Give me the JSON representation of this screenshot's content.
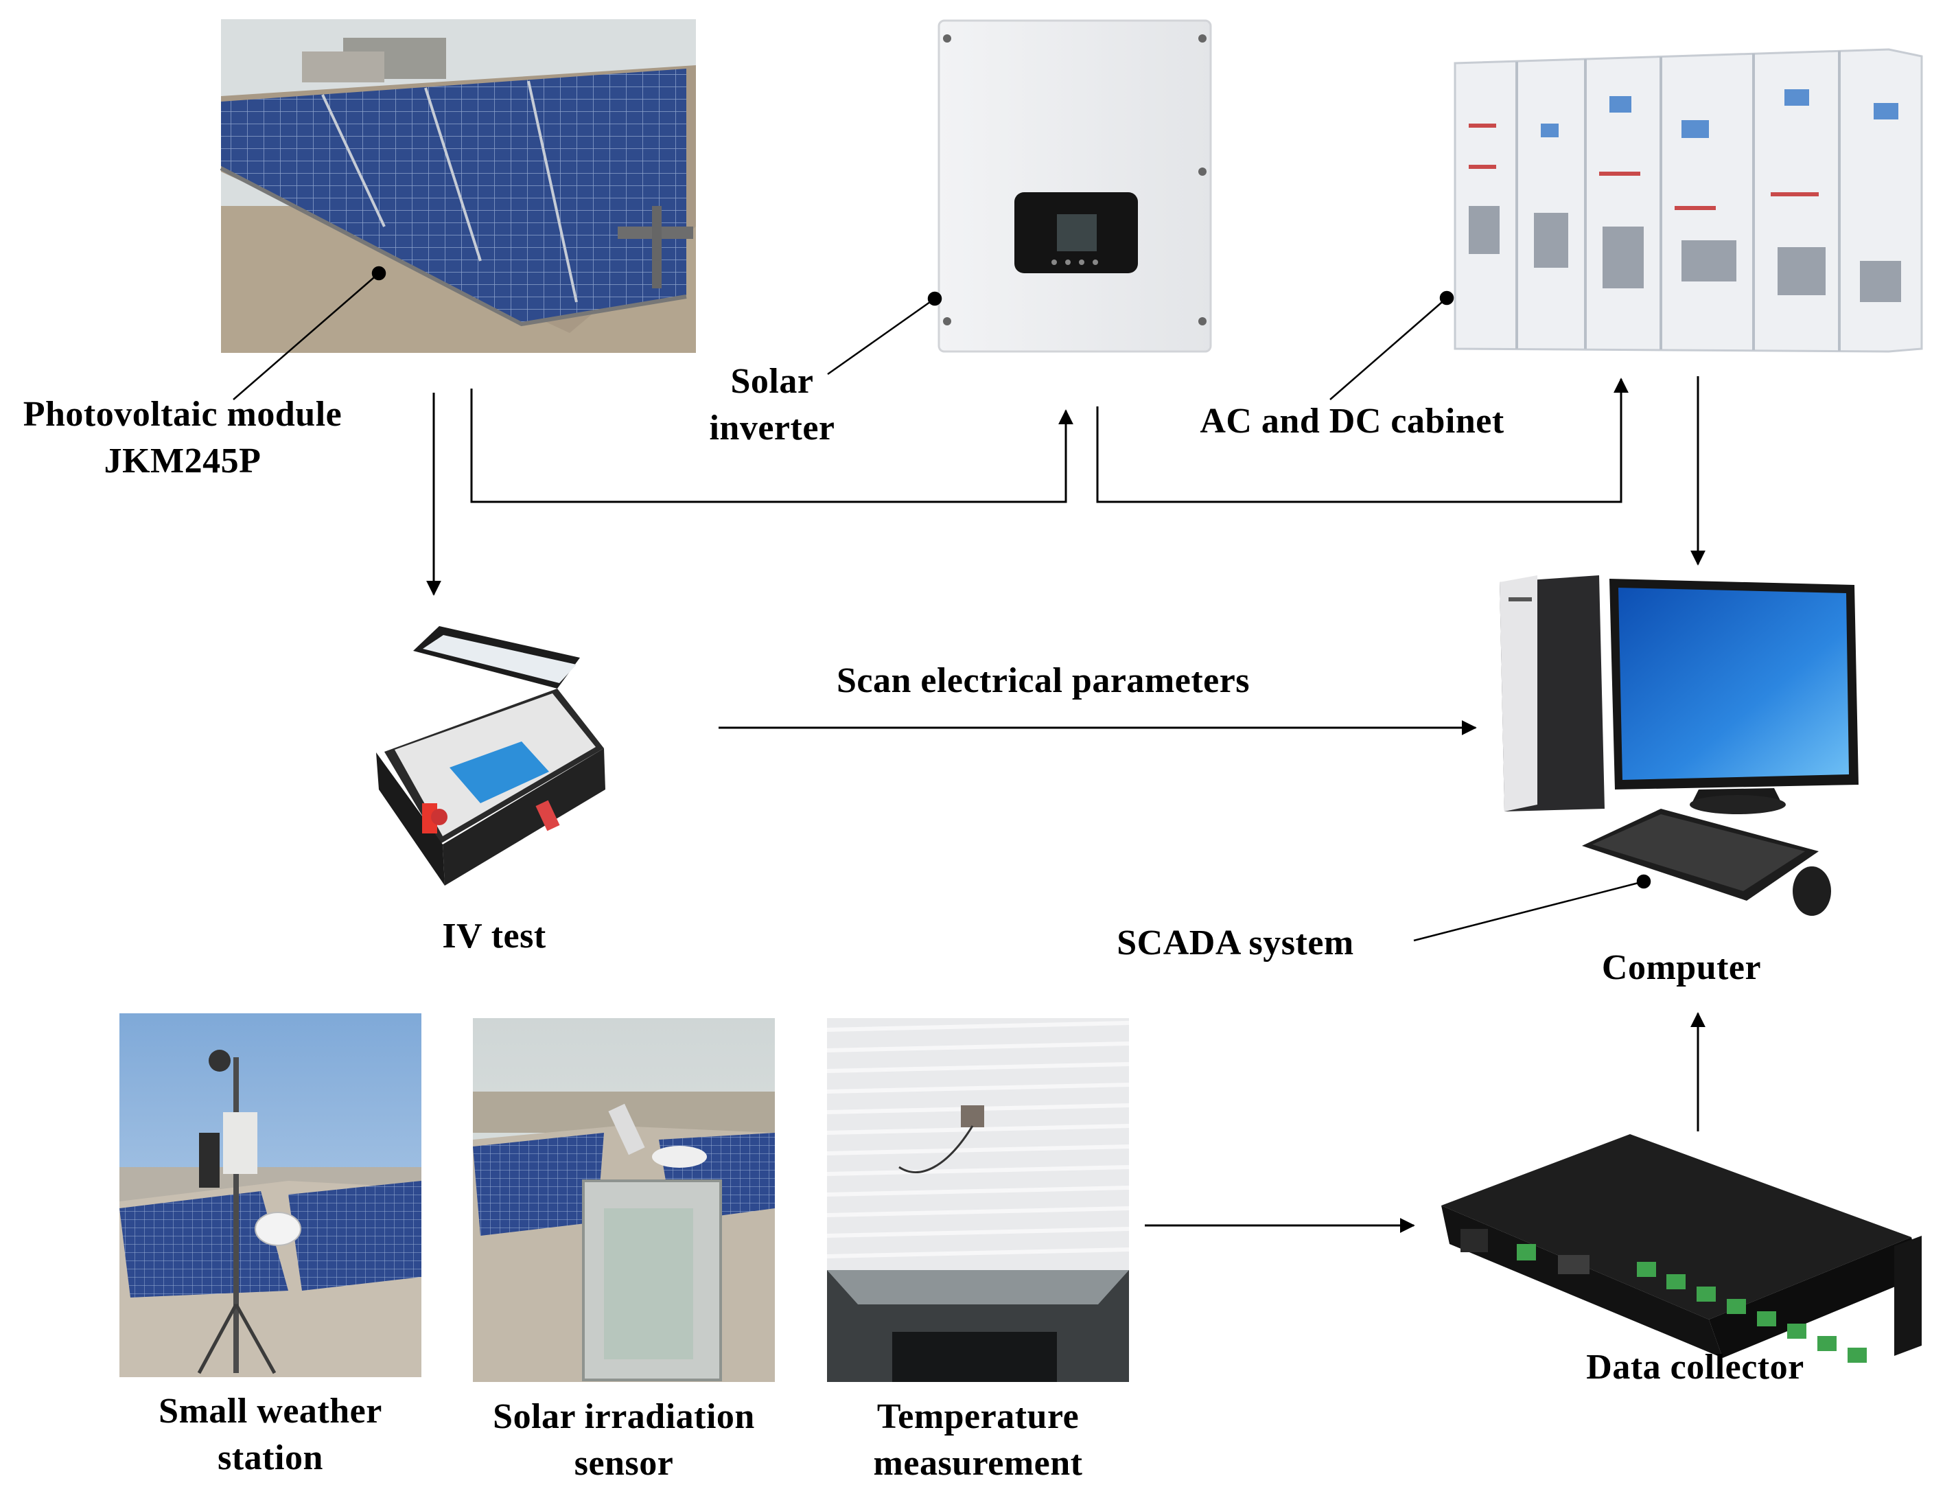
{
  "diagram": {
    "nodes": {
      "pv_module": {
        "label_line1": "Photovoltaic module",
        "label_line2": "JKM245P"
      },
      "inverter": {
        "label_line1": "Solar",
        "label_line2": "inverter"
      },
      "cabinet": {
        "label": "AC and DC cabinet"
      },
      "iv_test": {
        "label": "IV test"
      },
      "computer": {
        "label": "Computer"
      },
      "scada": {
        "label": "SCADA system"
      },
      "data_collector": {
        "label": "Data collector"
      },
      "weather_station": {
        "label_line1": "Small weather",
        "label_line2": "station"
      },
      "irradiation_sensor": {
        "label_line1": "Solar irradiation",
        "label_line2": "sensor"
      },
      "temperature": {
        "label_line1": "Temperature",
        "label_line2": "measurement"
      }
    },
    "edges": [
      {
        "from": "pv_module",
        "to": "iv_test"
      },
      {
        "from": "pv_module",
        "to": "inverter"
      },
      {
        "from": "inverter",
        "to": "cabinet"
      },
      {
        "from": "cabinet",
        "to": "computer"
      },
      {
        "from": "iv_test",
        "to": "computer",
        "label": "Scan electrical parameters"
      },
      {
        "from": "sensors",
        "to": "data_collector"
      },
      {
        "from": "data_collector",
        "to": "computer"
      }
    ],
    "colors": {
      "line": "#000000",
      "panel_blue": "#2f4b8c",
      "concrete": "#b3a58f",
      "sky": "#8fb7df",
      "screen_blue": "#1b63c6",
      "cabinet_white": "#eef0f3",
      "device_black": "#1c1c1c",
      "terminal_green": "#3fa34d"
    }
  }
}
